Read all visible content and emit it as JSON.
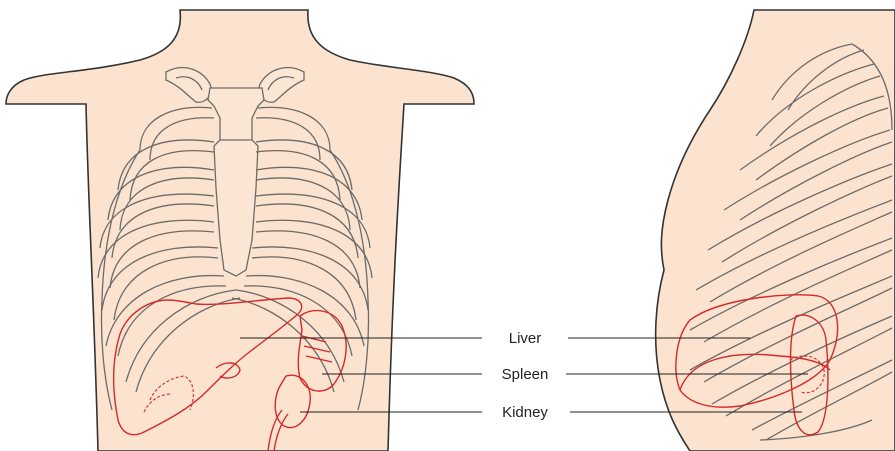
{
  "labels": {
    "liver": "Liver",
    "spleen": "Spleen",
    "kidney": "Kidney"
  },
  "colors": {
    "skin": "#fbe3cf",
    "bone_outline": "#6b6b6b",
    "organ_outline": "#d42a2a",
    "label_text": "#222222"
  }
}
